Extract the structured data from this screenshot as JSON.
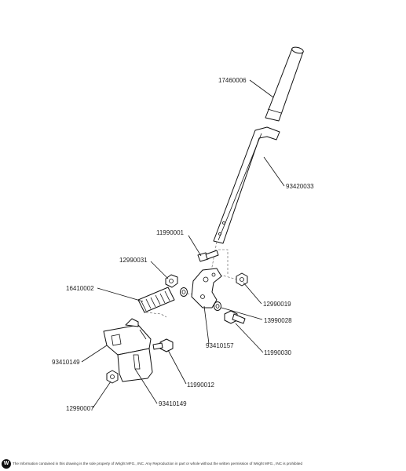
{
  "parts": [
    {
      "id": "handle-grip",
      "number": "17460006"
    },
    {
      "id": "control-rod",
      "number": "93420033"
    },
    {
      "id": "bolt-upper",
      "number": "11990001"
    },
    {
      "id": "nut-upper-left",
      "number": "12990031"
    },
    {
      "id": "spring",
      "number": "16410002"
    },
    {
      "id": "nut-right",
      "number": "12990019"
    },
    {
      "id": "washer",
      "number": "13990028"
    },
    {
      "id": "pivot-plate",
      "number": "93410157"
    },
    {
      "id": "bolt-right",
      "number": "11990030"
    },
    {
      "id": "bracket-left",
      "number": "93410149"
    },
    {
      "id": "bolt-lower",
      "number": "11990012"
    },
    {
      "id": "bracket-lower",
      "number": "93410149"
    },
    {
      "id": "nut-lower",
      "number": "12990007"
    }
  ],
  "footer": {
    "logo": "W",
    "notice": "The Information contained in this drawing is the sole property of Wright MFG., INC. Any Reproduction in part or whole without the written permission of Wright MFG., INC is prohibited"
  }
}
